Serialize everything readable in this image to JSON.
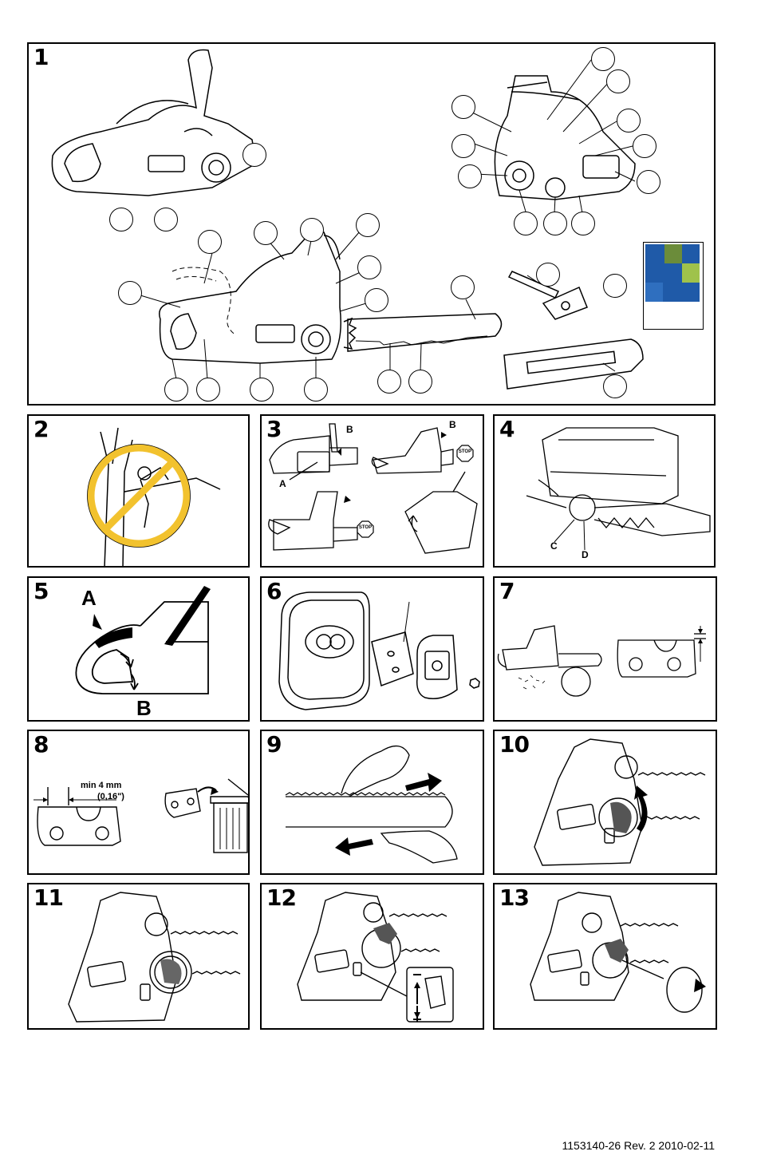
{
  "panels": {
    "p1": {
      "number": "1"
    },
    "p2": {
      "number": "2"
    },
    "p3": {
      "number": "3",
      "label_a": "A",
      "label_b1": "B",
      "label_b2": "B",
      "stop1": "STOP",
      "stop2": "STOP"
    },
    "p4": {
      "number": "4",
      "label_c": "C",
      "label_d": "D"
    },
    "p5": {
      "number": "5",
      "label_a": "A",
      "label_b": "B"
    },
    "p6": {
      "number": "6"
    },
    "p7": {
      "number": "7"
    },
    "p8": {
      "number": "8",
      "measure_line1": "min 4 mm",
      "measure_line2": "(0,16\")"
    },
    "p9": {
      "number": "9"
    },
    "p10": {
      "number": "10"
    },
    "p11": {
      "number": "11"
    },
    "p12": {
      "number": "12"
    },
    "p13": {
      "number": "13"
    }
  },
  "footer": {
    "doc_ref": "1153140-26 Rev. 2 2010-02-11"
  },
  "icons": {
    "no_tree_symbol": "prohibition-icon",
    "rotate": "rotate-arrow-icon"
  },
  "colors": {
    "prohibition_yellow": "#f2c22e",
    "manual_blue": "#1f5aa8"
  }
}
